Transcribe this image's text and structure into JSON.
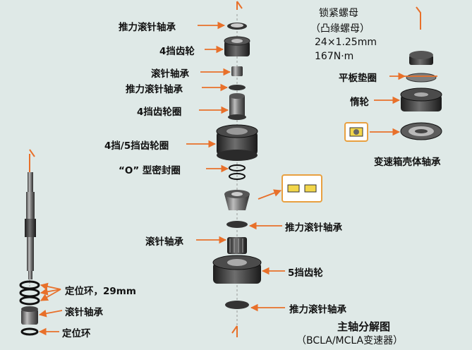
{
  "colors": {
    "background": "#dfe9e7",
    "arrow": "#e8702a",
    "inset_border": "#e8a040",
    "inset_fill": "#f2d64a"
  },
  "labels": {
    "thrust_bearing_top": "推力滚针轴承",
    "gear_4th": "4挡齿轮",
    "needle_bearing_top": "滚针轴承",
    "thrust_bearing_2": "推力滚针轴承",
    "gear_4th_ring": "4挡齿轮圈",
    "gear_45_ring": "4挡/5挡齿轮圈",
    "o_ring": "“O” 型密封圈",
    "thrust_bearing_mid": "推力滚针轴承",
    "needle_bearing_mid": "滚针轴承",
    "gear_5th": "5挡齿轮",
    "thrust_bearing_bottom": "推力滚针轴承",
    "locating_ring_29": "定位环，29mm",
    "needle_bearing_left": "滚针轴承",
    "locating_ring": "定位环",
    "lock_nut_line1": "锁紧螺母",
    "lock_nut_line2": "（凸缘螺母）",
    "lock_nut_line3": "24×1.25mm",
    "lock_nut_line4": "167N·m",
    "flat_washer": "平板垫圈",
    "idler_gear": "惰轮",
    "case_bearing": "变速箱壳体轴承",
    "title_line1": "主轴分解图",
    "title_line2": "（BCLA/MCLA变速器）"
  }
}
